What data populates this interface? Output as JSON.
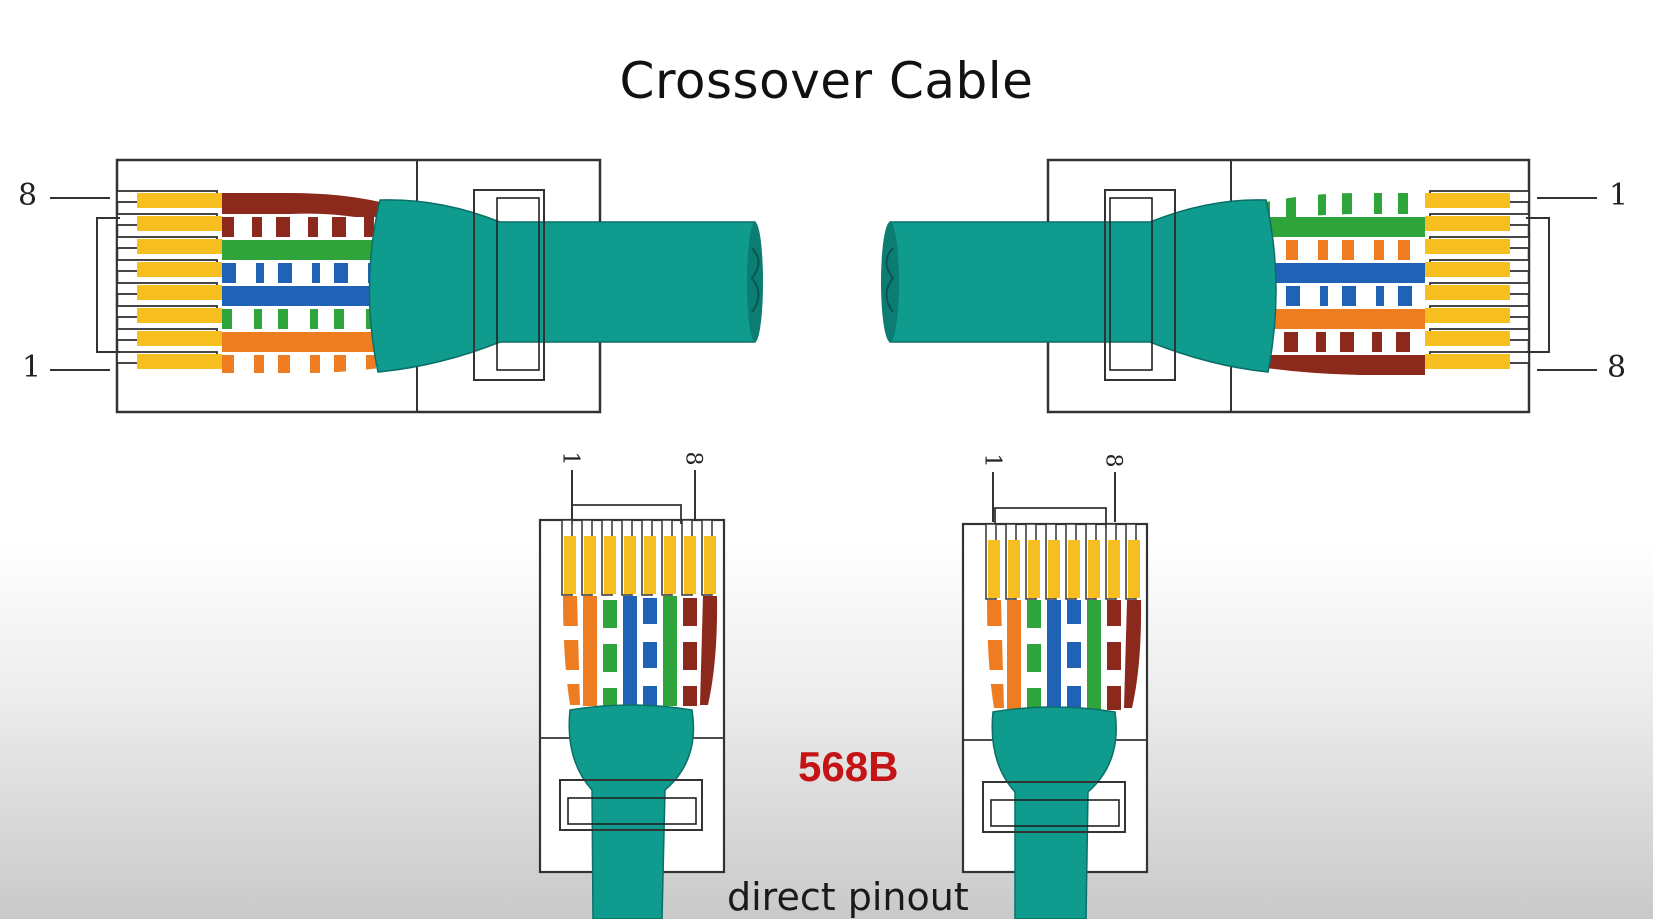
{
  "title": "Crossover Cable",
  "standard_label": "568B",
  "caption": "direct pinout",
  "colors": {
    "cable": "#0f9b8e",
    "cable_dark": "#0b7d72",
    "standard_label": "#c41416",
    "contact_gold": "#f6be1e"
  },
  "connectors": {
    "left": {
      "pin_top": "8",
      "pin_bottom": "1",
      "wires_top_to_bottom": [
        "brown",
        "white-brown",
        "green",
        "white-blue",
        "blue",
        "white-green",
        "orange",
        "white-orange"
      ]
    },
    "right": {
      "pin_top": "1",
      "pin_bottom": "8",
      "wires_top_to_bottom": [
        "white-green",
        "green",
        "white-orange",
        "blue",
        "white-blue",
        "orange",
        "white-brown",
        "brown"
      ]
    },
    "bottom_left": {
      "pin_left": "1",
      "pin_right": "8",
      "wires_left_to_right": [
        "white-orange",
        "orange",
        "white-green",
        "blue",
        "white-blue",
        "green",
        "white-brown",
        "brown"
      ]
    },
    "bottom_right": {
      "pin_left": "1",
      "pin_right": "8",
      "wires_left_to_right": [
        "white-orange",
        "orange",
        "white-green",
        "blue",
        "white-blue",
        "green",
        "white-brown",
        "brown"
      ]
    }
  }
}
